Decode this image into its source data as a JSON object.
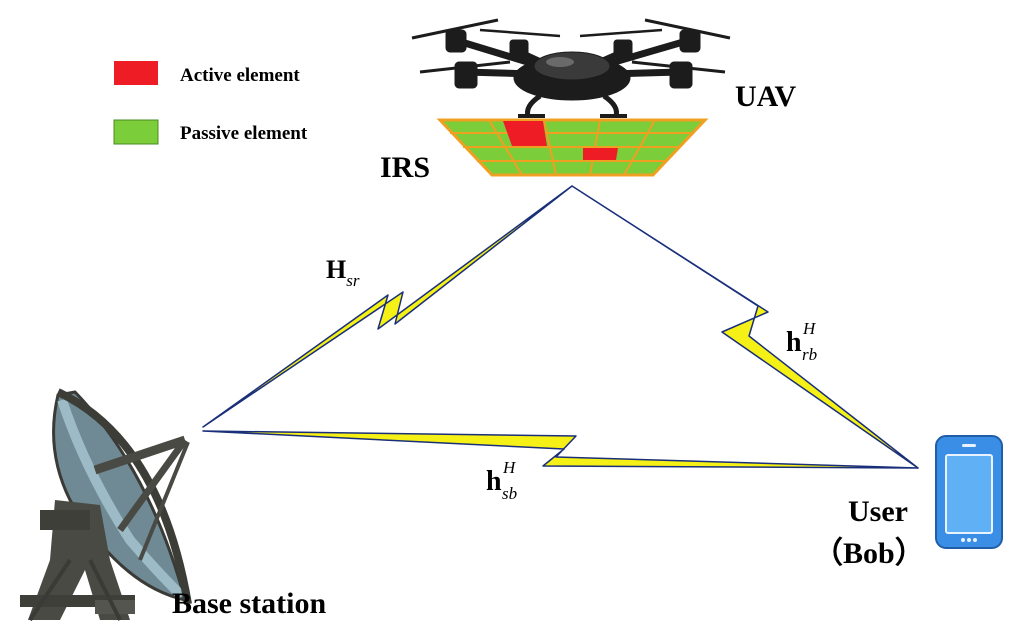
{
  "legend": {
    "active_label": "Active element",
    "passive_label": "Passive element",
    "active_color": "#ee1c25",
    "passive_color": "#7ccd3a"
  },
  "labels": {
    "uav": "UAV",
    "irs": "IRS",
    "base_station": "Base station",
    "user": "User",
    "bob": "（Bob）"
  },
  "channels": {
    "sr": {
      "main": "H",
      "sub": "sr",
      "sup": ""
    },
    "rb": {
      "main": "h",
      "sub": "rb",
      "sup": "H"
    },
    "sb": {
      "main": "h",
      "sub": "sb",
      "sup": "H"
    }
  },
  "colors": {
    "beam_fill": "#f5f016",
    "beam_stroke": "#1a2f7a",
    "irs_border": "#f0a020",
    "phone_body": "#3a8ee6",
    "phone_screen": "#5fb0f5",
    "dish": "#4a4a44",
    "drone": "#1c1c1c"
  }
}
